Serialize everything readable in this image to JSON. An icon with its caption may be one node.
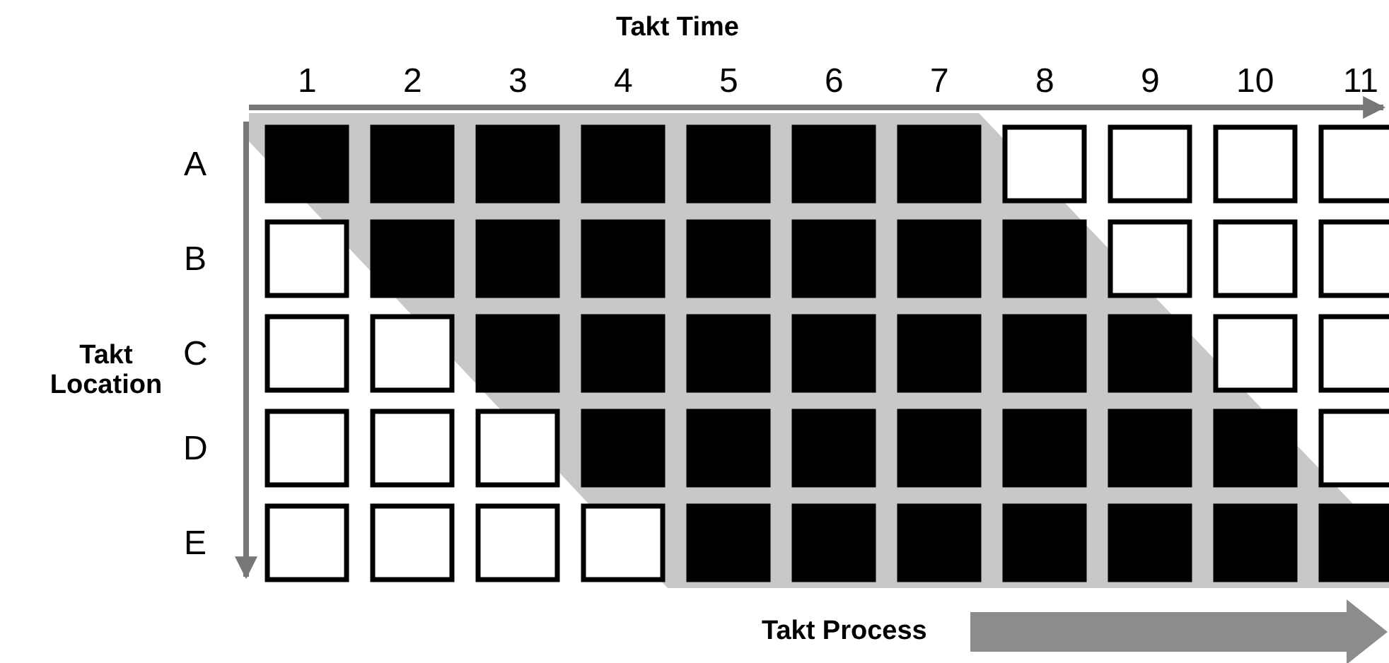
{
  "diagram": {
    "labels": [
      "Takt Time",
      "1",
      "2",
      "3",
      "4",
      "5",
      "6",
      "7",
      "8",
      "9",
      "10",
      "11",
      "A",
      "B",
      "C",
      "D",
      "E",
      "Takt Location",
      "Takt Process"
    ]
  }
}
